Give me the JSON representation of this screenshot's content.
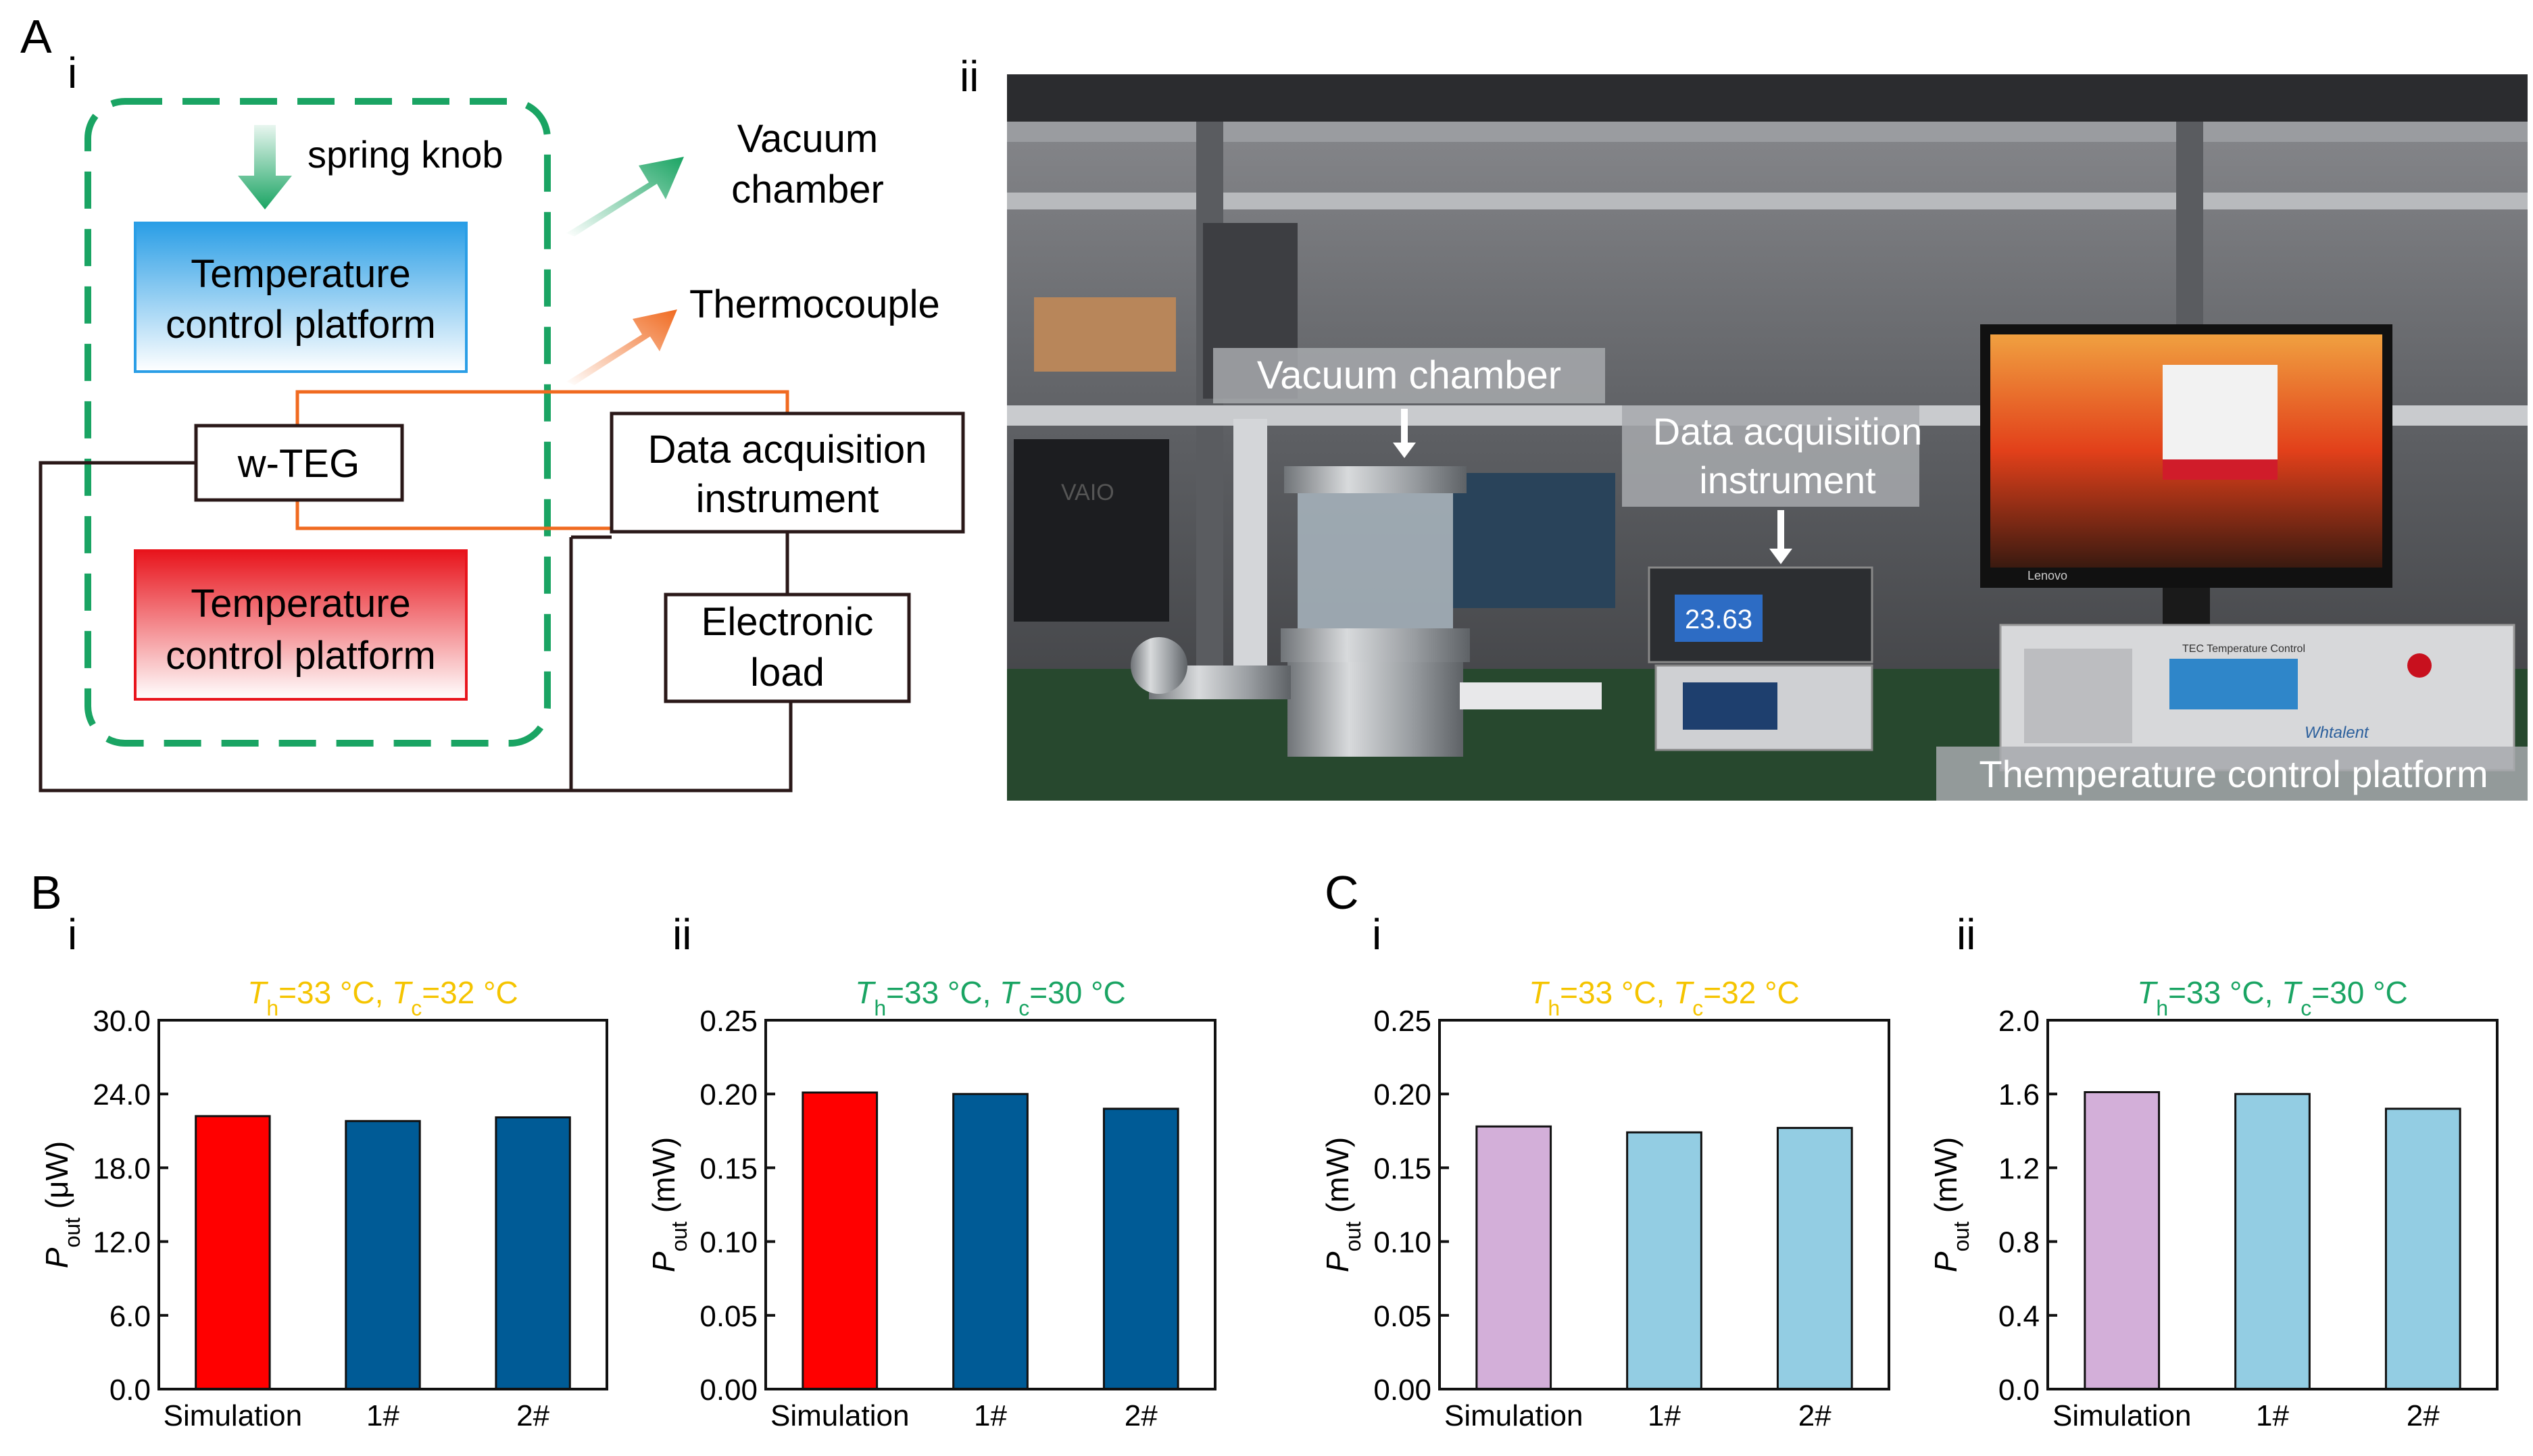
{
  "panel_labels": {
    "A": "A",
    "B": "B",
    "C": "C"
  },
  "sub_labels": {
    "a_i": "i",
    "a_ii": "ii",
    "b_i": "i",
    "b_ii": "ii",
    "c_i": "i",
    "c_ii": "ii"
  },
  "schematic": {
    "spring_knob": "spring knob",
    "top_platform": [
      "Temperature",
      "control platform"
    ],
    "bottom_platform": [
      "Temperature",
      "control platform"
    ],
    "wteg": "w-TEG",
    "daq": [
      "Data acquisition",
      "instrument"
    ],
    "load": [
      "Electronic",
      "load"
    ],
    "vacuum": [
      "Vacuum",
      "chamber"
    ],
    "thermocouple": "Thermocouple"
  },
  "photo": {
    "vacuum_label": "Vacuum chamber",
    "daq_label": [
      "Data acquisition",
      "instrument"
    ],
    "tc_label": "Themperature control platform",
    "meter_reading": "23.63",
    "controller_title": "TEC Temperature Control",
    "controller_brand": "Whtalent",
    "monitor_brand": "Lenovo",
    "box_text": "VAIO"
  },
  "colors": {
    "red": "#ff0000",
    "blue": "#005b96",
    "purple": "#d3afd9",
    "lightblue": "#93cde3",
    "yellow": "#f5c400",
    "green": "#1aa463"
  },
  "chart_data": [
    {
      "type": "bar",
      "id": "Bi",
      "title_parts": [
        "T",
        "h",
        "=33 °C, ",
        "T",
        "c",
        "=32 °C"
      ],
      "title_color": "#f5c400",
      "categories": [
        "Simulation",
        "1#",
        "2#"
      ],
      "values": [
        22.2,
        21.8,
        22.1
      ],
      "bar_colors": [
        "#ff0000",
        "#005b96",
        "#005b96"
      ],
      "ylabel_main": "P",
      "ylabel_sub": "out",
      "ylabel_unit": " (μW)",
      "ylim": [
        0,
        30
      ],
      "yticks": [
        "0.0",
        "6.0",
        "12.0",
        "18.0",
        "24.0",
        "30.0"
      ]
    },
    {
      "type": "bar",
      "id": "Bii",
      "title_parts": [
        "T",
        "h",
        "=33 °C, ",
        "T",
        "c",
        "=30 °C"
      ],
      "title_color": "#1aa463",
      "categories": [
        "Simulation",
        "1#",
        "2#"
      ],
      "values": [
        0.201,
        0.2,
        0.19
      ],
      "bar_colors": [
        "#ff0000",
        "#005b96",
        "#005b96"
      ],
      "ylabel_main": "P",
      "ylabel_sub": "out",
      "ylabel_unit": " (mW)",
      "ylim": [
        0,
        0.25
      ],
      "yticks": [
        "0.00",
        "0.05",
        "0.10",
        "0.15",
        "0.20",
        "0.25"
      ]
    },
    {
      "type": "bar",
      "id": "Ci",
      "title_parts": [
        "T",
        "h",
        "=33 °C, ",
        "T",
        "c",
        "=32 °C"
      ],
      "title_color": "#f5c400",
      "categories": [
        "Simulation",
        "1#",
        "2#"
      ],
      "values": [
        0.178,
        0.174,
        0.177
      ],
      "bar_colors": [
        "#d3afd9",
        "#93cde3",
        "#93cde3"
      ],
      "ylabel_main": "P",
      "ylabel_sub": "out",
      "ylabel_unit": " (mW)",
      "ylim": [
        0,
        0.25
      ],
      "yticks": [
        "0.00",
        "0.05",
        "0.10",
        "0.15",
        "0.20",
        "0.25"
      ]
    },
    {
      "type": "bar",
      "id": "Cii",
      "title_parts": [
        "T",
        "h",
        "=33 °C, ",
        "T",
        "c",
        "=30 °C"
      ],
      "title_color": "#1aa463",
      "categories": [
        "Simulation",
        "1#",
        "2#"
      ],
      "values": [
        1.61,
        1.6,
        1.52
      ],
      "bar_colors": [
        "#d3afd9",
        "#93cde3",
        "#93cde3"
      ],
      "ylabel_main": "P",
      "ylabel_sub": "out",
      "ylabel_unit": " (mW)",
      "ylim": [
        0,
        2.0
      ],
      "yticks": [
        "0.0",
        "0.4",
        "0.8",
        "1.2",
        "1.6",
        "2.0"
      ]
    }
  ]
}
